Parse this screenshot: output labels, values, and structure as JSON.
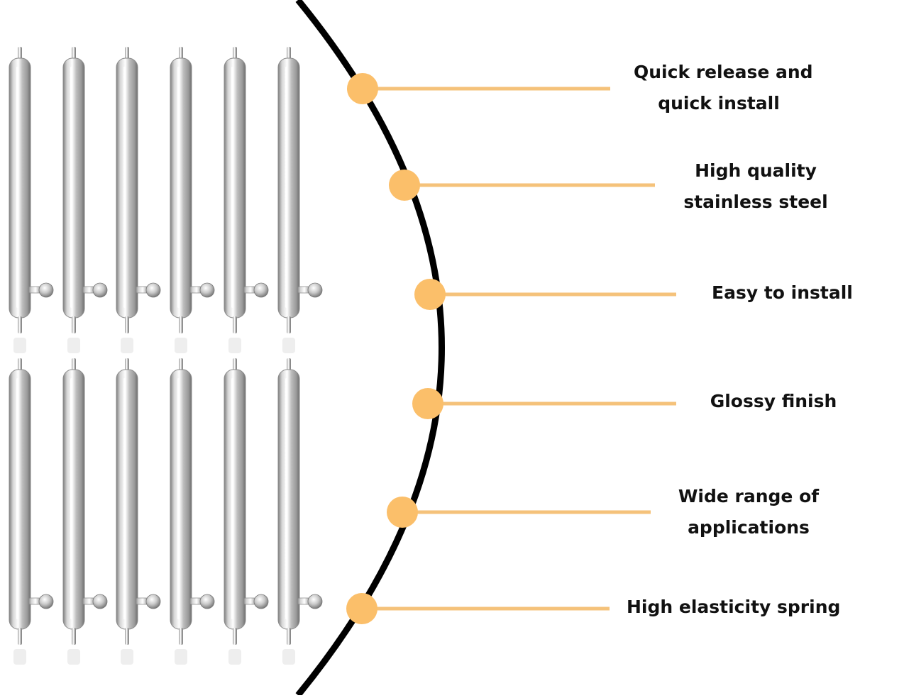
{
  "features": [
    {
      "line1": "Quick release and",
      "line2": "quick install"
    },
    {
      "line1": "High quality",
      "line2": "stainless steel"
    },
    {
      "line1": "Easy to install",
      "line2": ""
    },
    {
      "line1": "Glossy finish",
      "line2": ""
    },
    {
      "line1": "Wide range of",
      "line2": "applications"
    },
    {
      "line1": "High elasticity spring",
      "line2": ""
    }
  ],
  "pin_rows": 2,
  "pins_per_row": 6,
  "colors": {
    "arc": "#000000",
    "marker": "#fbbf6a",
    "connector": "#f5c27a",
    "steel_dark": "#8a8a8a",
    "steel_light": "#f4f4f4"
  }
}
